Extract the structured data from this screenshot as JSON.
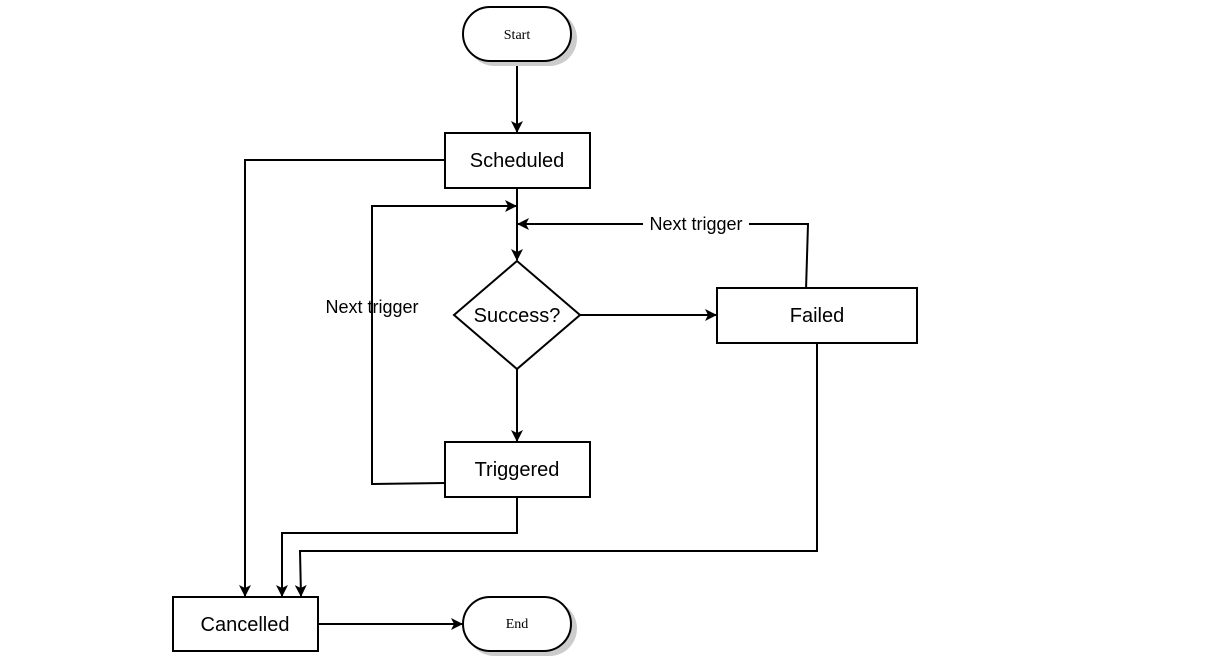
{
  "nodes": {
    "start": "Start",
    "scheduled": "Scheduled",
    "success": "Success?",
    "failed": "Failed",
    "triggered": "Triggered",
    "cancelled": "Cancelled",
    "end": "End"
  },
  "edge_labels": {
    "failed_next_trigger": "Next trigger",
    "triggered_next_trigger": "Next trigger"
  }
}
